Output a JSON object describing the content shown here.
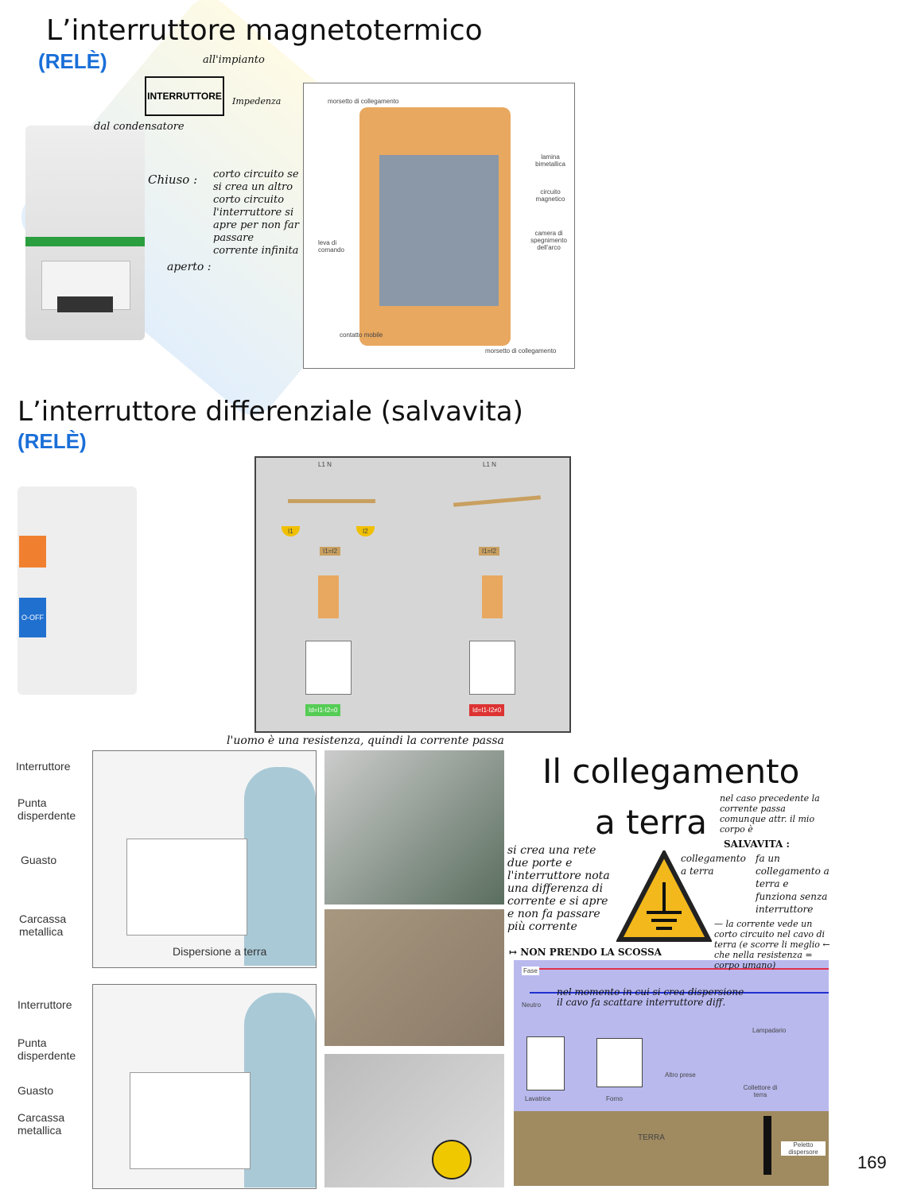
{
  "section1": {
    "title": "L’interruttore magnetotermico",
    "note": "(RELÈ)",
    "sketch": {
      "interruttore": "INTERRUTTORE",
      "impianto": "all'impianto",
      "impedenza": "Impedenza",
      "condensatore": "dal condensatore",
      "chiuso": "Chiuso :",
      "chiuso_text": "corto circuito se si crea un altro corto circuito l'interruttore si apre per non far passare corrente infinita",
      "aperto": "aperto :"
    },
    "diagram_labels": [
      "morsetto di collegamento",
      "lamina bimetallica",
      "circuito magnetico",
      "camera di spegnimento dell'arco",
      "leva di comando",
      "contatto mobile",
      "morsetto di collegamento"
    ]
  },
  "section2": {
    "title": "L’interruttore differenziale (salvavita)",
    "note": "(RELÈ)",
    "diagram": {
      "lines": "L1 N",
      "i1": "I1",
      "i2": "I2",
      "eq": "I1=I2",
      "ok": "Id=I1-I2=0",
      "fault": "Id=I1-I2≠0",
      "device_off": "O-OFF"
    }
  },
  "section3": {
    "top_note": "l'uomo è una resistenza, quindi la corrente passa",
    "figA": [
      "Interruttore",
      "Punta disperdente",
      "Guasto",
      "Carcassa metallica"
    ],
    "figA_caption": "Dispersione a terra",
    "figB": [
      "Interruttore",
      "Punta disperdente",
      "Guasto",
      "Carcassa metallica"
    ],
    "title1": "Il collegamento",
    "title2": "a terra",
    "note_left": "si crea una rete due porte e l'interruttore nota una differenza di corrente e si apre e non fa passare più corrente",
    "note_left2": "↦ NON PRENDO LA SCOSSA",
    "note_right1": "nel caso precedente la corrente passa comunque attr. il mio corpo è",
    "note_right2": "SALVAVITA :",
    "note_right3": "collegamento a terra",
    "note_right4": "fa un collegamento a terra e funziona senza interruttore",
    "note_right5": "— la corrente vede un corto circuito nel cavo di terra (e scorre li meglio ← che nella resistenza = corpo umano)",
    "note_bottom": "nel momento in cui si crea dispersione il cavo fa scattare interruttore diff.",
    "wiring": [
      "Fase",
      "Neutro",
      "Lampadario",
      "Altro prese",
      "Lavatrice",
      "Forno",
      "Collettore di terra",
      "TERRA",
      "Peletto dispersore"
    ]
  },
  "page_number": "169"
}
